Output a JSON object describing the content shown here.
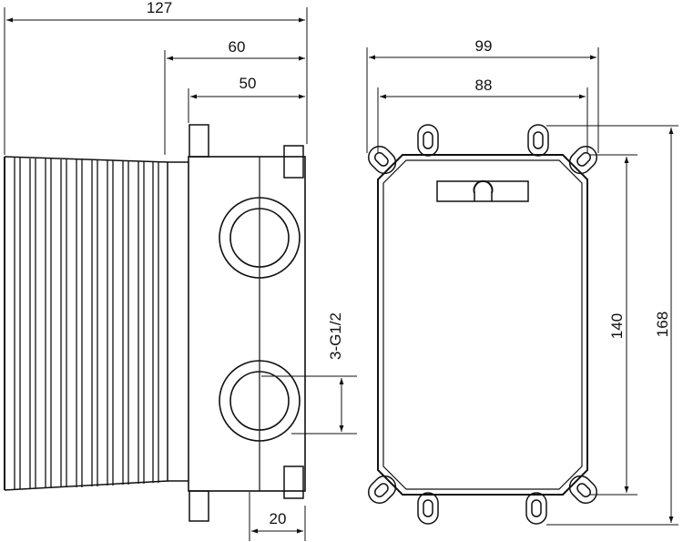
{
  "side_view": {
    "dim_overall": "127",
    "dim_body": "60",
    "dim_inner": "50",
    "dim_port_offset": "20",
    "port_spec": "3-G1/2"
  },
  "front_view": {
    "dim_outer_width": "99",
    "dim_inner_width": "88",
    "dim_inner_height": "140",
    "dim_outer_height": "168"
  }
}
